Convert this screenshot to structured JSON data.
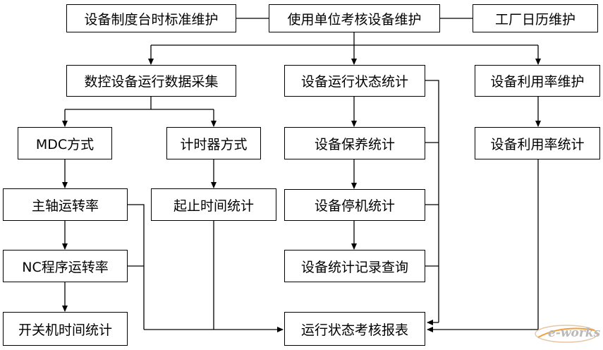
{
  "nodes": {
    "n1": "设备制度台时标准维护",
    "n2": "使用单位考核设备维护",
    "n3": "工厂日历维护",
    "n4": "数控设备运行数据采集",
    "n5": "设备运行状态统计",
    "n6": "设备利用率维护",
    "n7": "MDC方式",
    "n8": "计时器方式",
    "n9": "设备保养统计",
    "n10": "设备利用率统计",
    "n11": "主轴运转率",
    "n12": "起止时间统计",
    "n13": "设备停机统计",
    "n14": "NC程序运转率",
    "n15": "设备统计记录查询",
    "n16": "开关机时间统计",
    "n17": "运行状态考核报表"
  },
  "watermark": "e-works"
}
